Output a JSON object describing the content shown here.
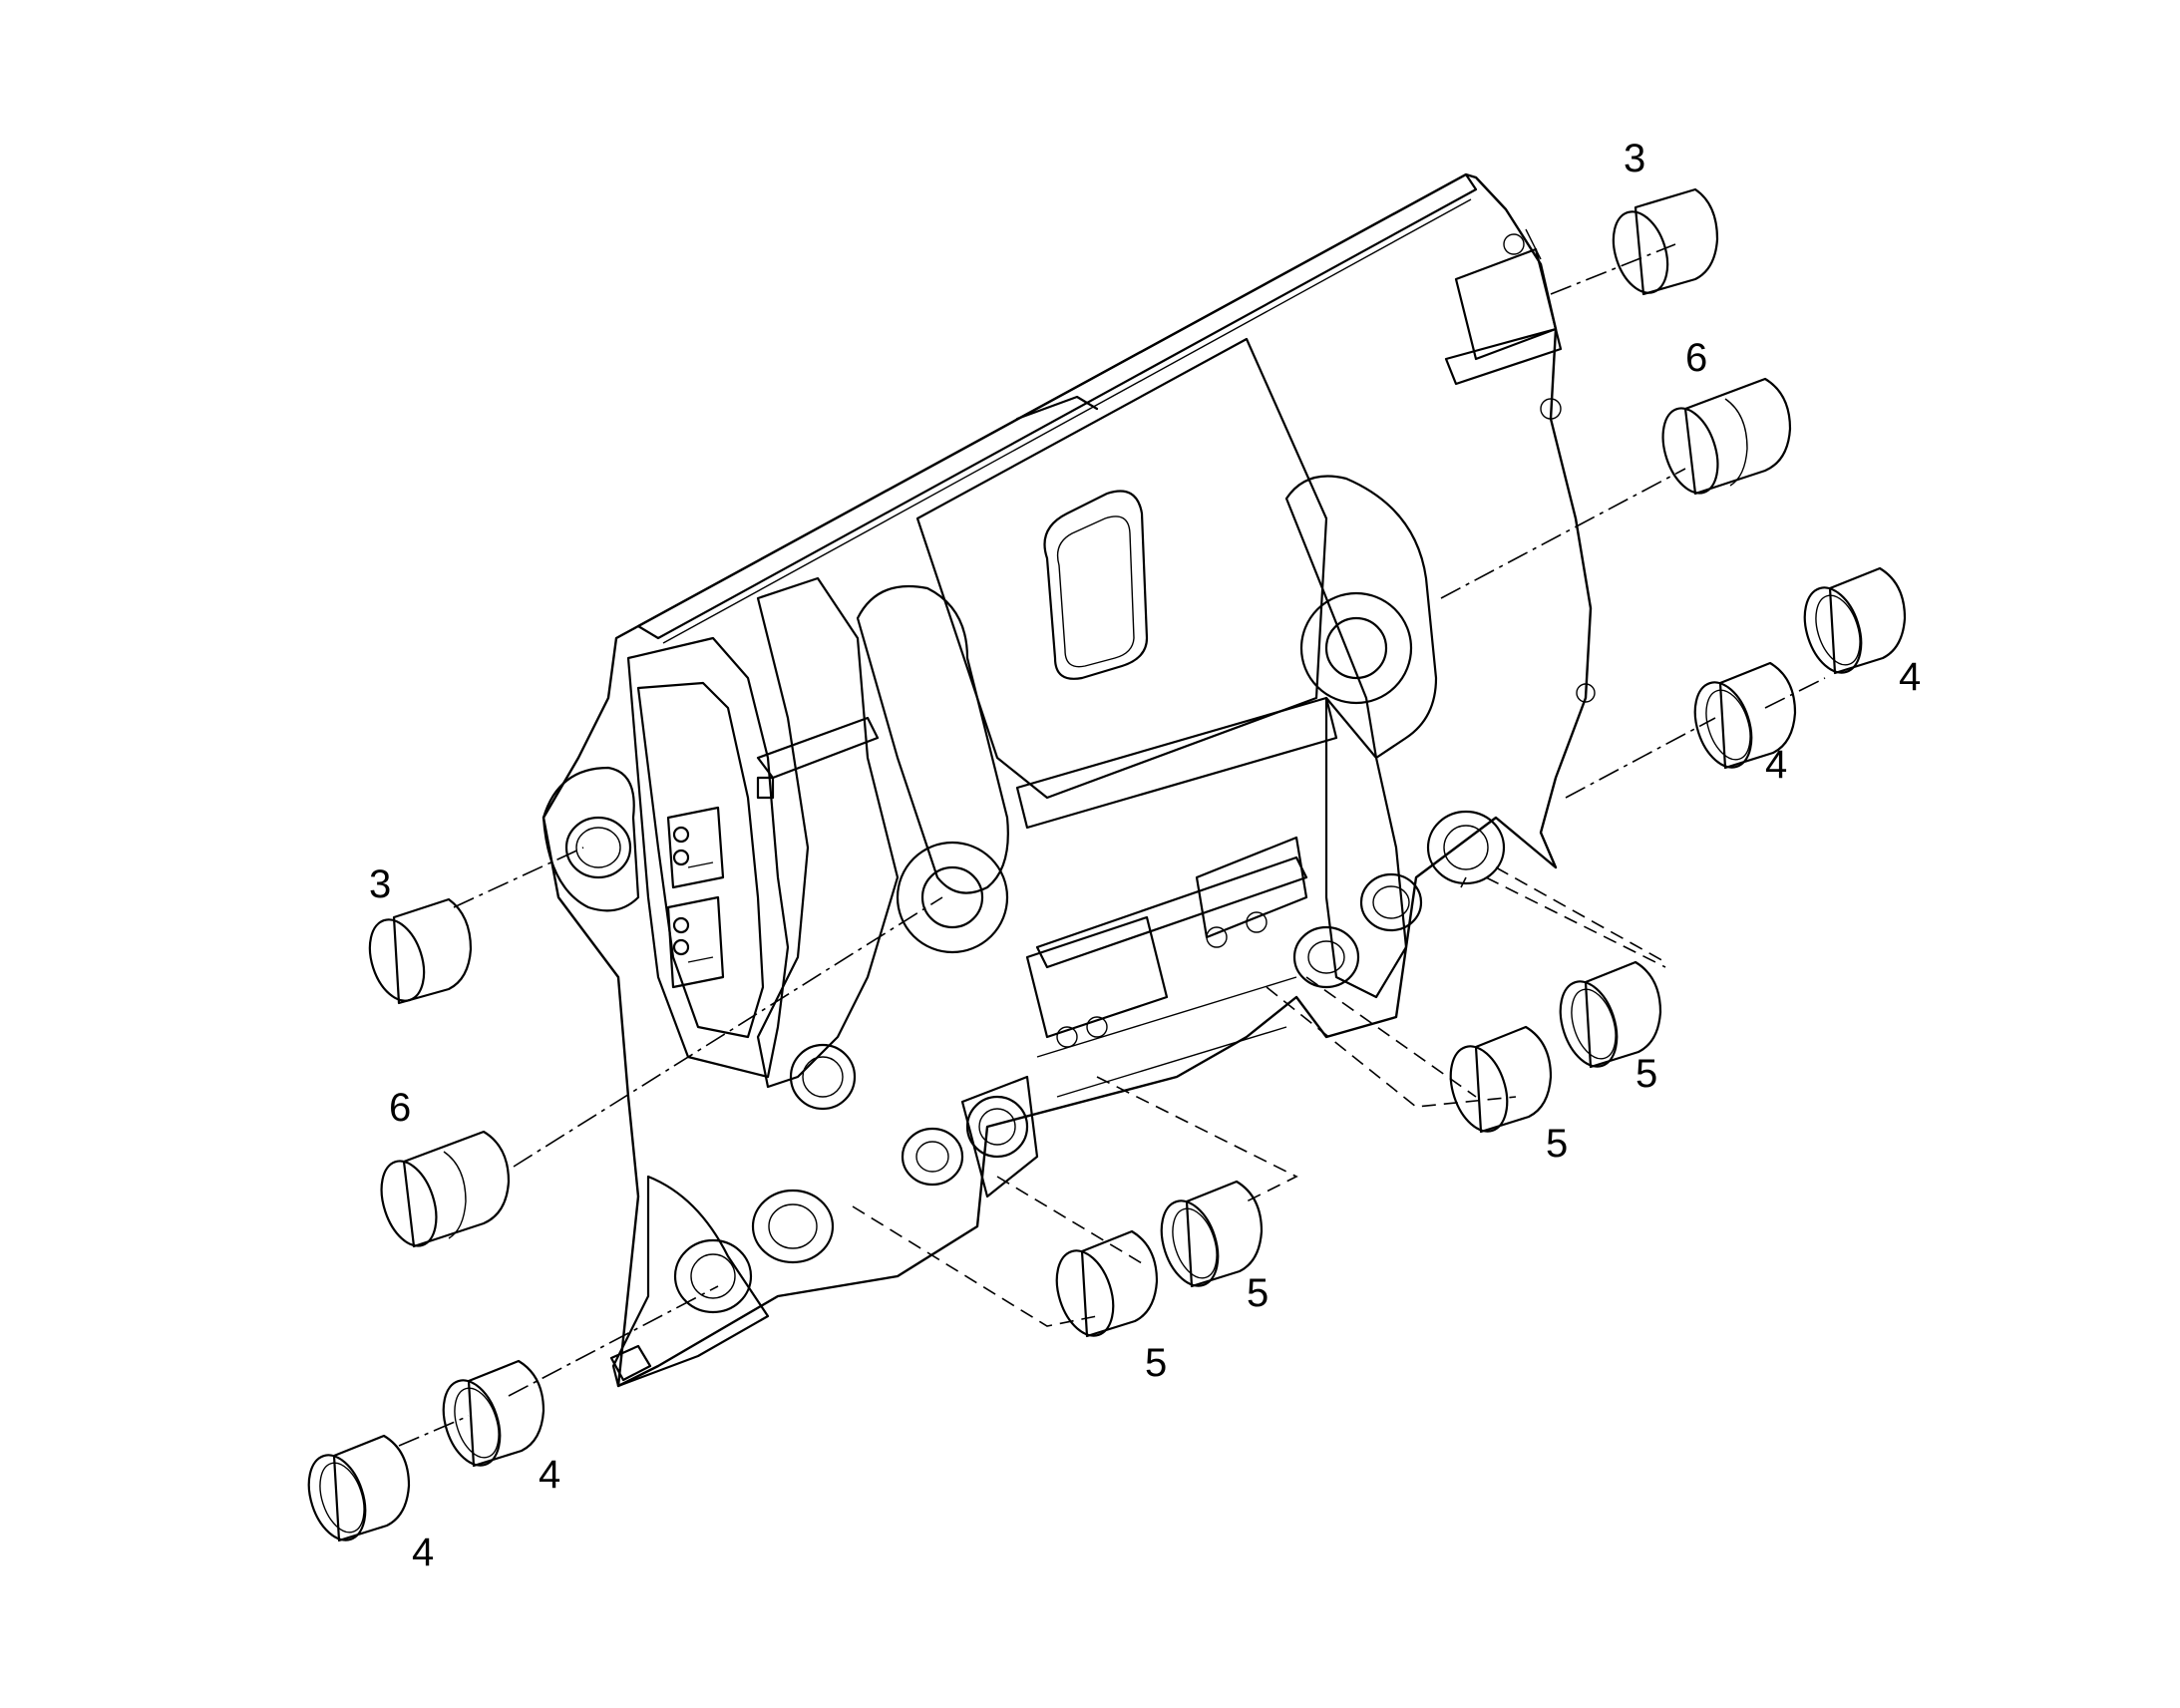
{
  "callouts": [
    {
      "id": "c1",
      "label": "3"
    },
    {
      "id": "c2",
      "label": "6"
    },
    {
      "id": "c3",
      "label": "4"
    },
    {
      "id": "c4",
      "label": "4"
    },
    {
      "id": "c5",
      "label": "5"
    },
    {
      "id": "c6",
      "label": "5"
    },
    {
      "id": "c7",
      "label": "3"
    },
    {
      "id": "c8",
      "label": "6"
    },
    {
      "id": "c9",
      "label": "4"
    },
    {
      "id": "c10",
      "label": "4"
    },
    {
      "id": "c11",
      "label": "5"
    },
    {
      "id": "c12",
      "label": "5"
    }
  ]
}
